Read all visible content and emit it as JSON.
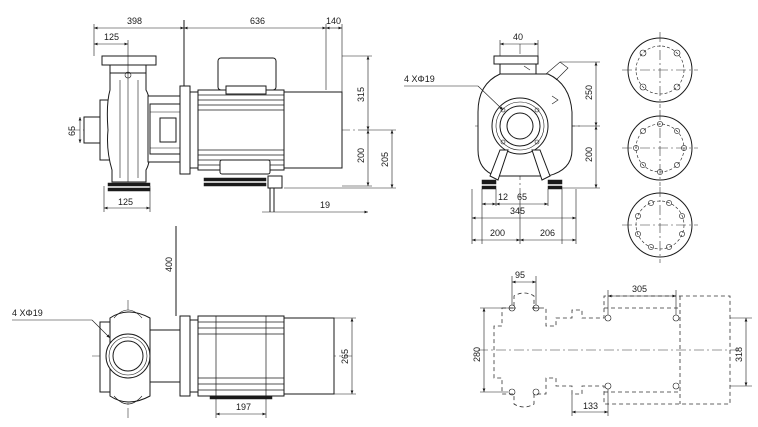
{
  "side_view": {
    "dim_398": "398",
    "dim_636": "636",
    "dim_140": "140",
    "dim_125_top": "125",
    "dim_65": "65",
    "dim_315": "315",
    "dim_200": "200",
    "dim_205": "205",
    "dim_125_bottom": "125",
    "dim_19": "19"
  },
  "end_view": {
    "dim_40": "40",
    "bolt_note": "4    XΦ19",
    "dim_250": "250",
    "dim_200": "200",
    "dim_12": "12",
    "dim_65": "65",
    "dim_345": "345",
    "dim_200_b": "200",
    "dim_206": "206"
  },
  "top_view": {
    "dim_400": "400",
    "bolt_note": "4    XΦ19",
    "dim_265": "265",
    "dim_197": "197"
  },
  "foundation_view": {
    "dim_95": "95",
    "dim_305": "305",
    "dim_280": "280",
    "dim_318": "318",
    "dim_133": "133"
  },
  "flanges": {
    "count": 3
  }
}
